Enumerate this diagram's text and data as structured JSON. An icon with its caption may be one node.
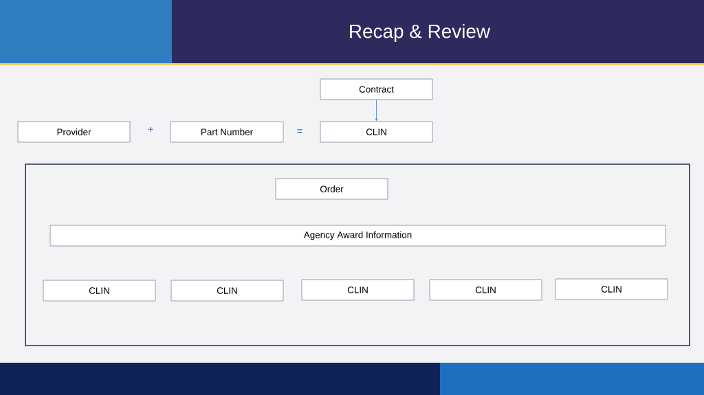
{
  "diagram": {
    "title": "Recap & Review",
    "nodes": [
      {
        "text": [
          "Contract"
        ]
      },
      {
        "text": [
          "Provider"
        ]
      },
      {
        "text": [
          "Part Number"
        ]
      },
      {
        "text": [
          "CLIN"
        ]
      },
      {
        "text": [],
        "shape": "box"
      },
      {
        "text": [
          "Order"
        ],
        "in": 4
      },
      {
        "text": [
          "Agency Award Information"
        ],
        "in": 4
      },
      {
        "text": [
          "CLIN"
        ],
        "in": 4
      },
      {
        "text": [
          "CLIN"
        ],
        "in": 4
      },
      {
        "text": [
          "CLIN"
        ],
        "in": 4
      },
      {
        "text": [
          "CLIN"
        ],
        "in": 4
      },
      {
        "text": [
          "CLIN"
        ],
        "in": 4
      }
    ],
    "edges": [
      {
        "from": 0,
        "to": 3,
        "arrow": "to"
      }
    ],
    "labels": [
      "+",
      "="
    ]
  }
}
